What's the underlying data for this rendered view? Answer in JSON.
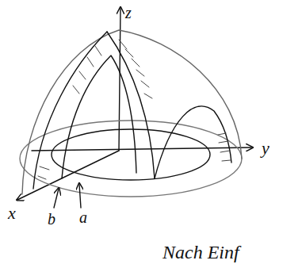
{
  "diagram": {
    "labels": [
      "z",
      "y",
      "x",
      "b",
      "a",
      "Nach Einf"
    ]
  }
}
